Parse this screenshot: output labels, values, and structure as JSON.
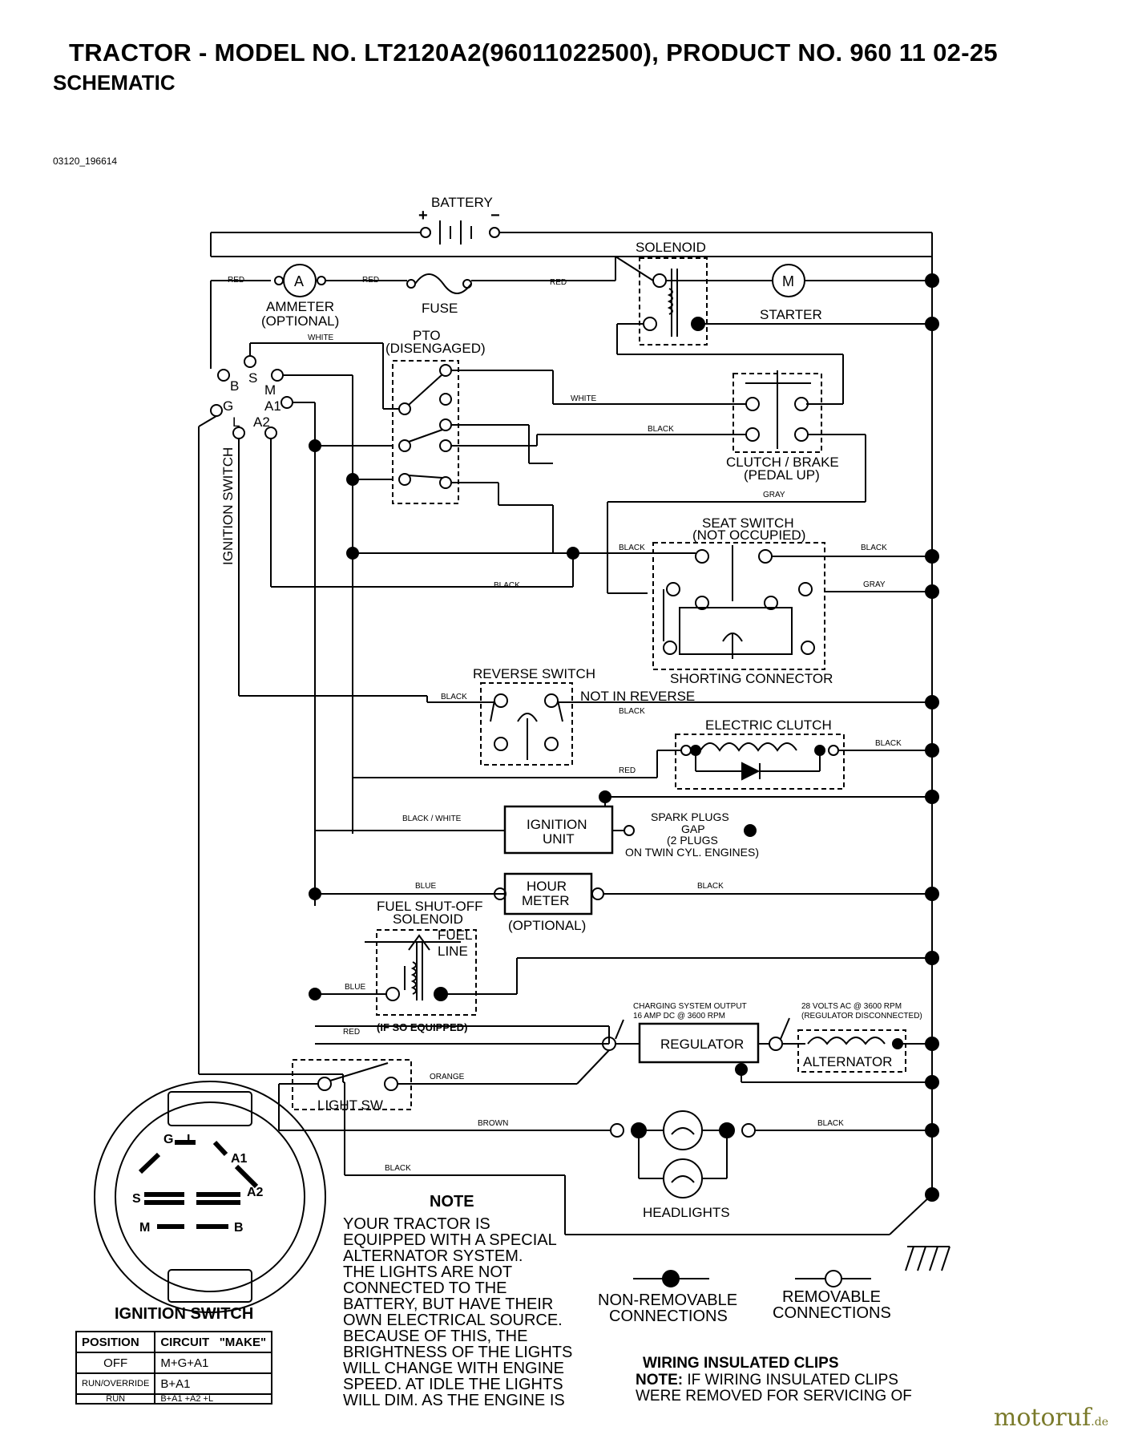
{
  "header": {
    "title": "TRACTOR - MODEL NO. LT2120A2(96011022500),  PRODUCT NO. 960 11 02-25",
    "subtitle": "SCHEMATIC",
    "doc_id": "03120_196614"
  },
  "components": {
    "battery": "BATTERY",
    "solenoid": "SOLENOID",
    "ammeter": "AMMETER",
    "ammeter_opt": "(OPTIONAL)",
    "ammeter_symbol": "A",
    "fuse": "FUSE",
    "starter": "STARTER",
    "starter_symbol": "M",
    "pto": "PTO",
    "pto_state": "(DISENGAGED)",
    "clutch_brake": "CLUTCH / BRAKE",
    "clutch_brake_state": "(PEDAL UP)",
    "seat_switch": "SEAT SWITCH",
    "seat_switch_state": "(NOT OCCUPIED)",
    "shorting_connector": "SHORTING CONNECTOR",
    "reverse_switch": "REVERSE SWITCH",
    "not_in_reverse": "NOT IN REVERSE",
    "electric_clutch": "ELECTRIC CLUTCH",
    "ignition_unit_1": "IGNITION",
    "ignition_unit_2": "UNIT",
    "spark_plugs_1": "SPARK PLUGS",
    "spark_plugs_2": "GAP",
    "spark_plugs_3": "(2 PLUGS",
    "spark_plugs_4": "ON TWIN CYL. ENGINES)",
    "hour_meter_1": "HOUR",
    "hour_meter_2": "METER",
    "hour_meter_opt": "(OPTIONAL)",
    "fuel_solenoid_1": "FUEL SHUT-OFF",
    "fuel_solenoid_2": "SOLENOID",
    "fuel_line_1": "FUEL",
    "fuel_line_2": "LINE",
    "if_equipped": "(IF SO EQUIPPED)",
    "charging_1": "CHARGING SYSTEM OUTPUT",
    "charging_2": "16 AMP DC @ 3600 RPM",
    "alt_volts_1": "28 VOLTS AC @ 3600 RPM",
    "alt_volts_2": "(REGULATOR DISCONNECTED)",
    "regulator": "REGULATOR",
    "alternator": "ALTERNATOR",
    "light_sw": "LIGHT SW",
    "headlights": "HEADLIGHTS",
    "ignition_switch_vertical": "IGNITION SWITCH"
  },
  "ignition_terminals": [
    "B",
    "S",
    "M",
    "A1",
    "G",
    "L",
    "A2"
  ],
  "wires": {
    "red": "RED",
    "white": "WHITE",
    "black": "BLACK",
    "gray": "GRAY",
    "blue": "BLUE",
    "orange": "ORANGE",
    "brown": "BROWN",
    "black_white": "BLACK / WHITE"
  },
  "note": {
    "title": "NOTE",
    "lines": [
      "YOUR TRACTOR IS",
      "EQUIPPED WITH A SPECIAL",
      "ALTERNATOR SYSTEM.",
      "THE LIGHTS ARE NOT",
      "CONNECTED TO THE",
      "BATTERY, BUT HAVE THEIR",
      "OWN ELECTRICAL SOURCE.",
      "BECAUSE OF THIS, THE",
      "BRIGHTNESS OF THE LIGHTS",
      "WILL CHANGE WITH ENGINE",
      "SPEED.  AT IDLE THE LIGHTS",
      "WILL DIM.  AS THE ENGINE IS"
    ]
  },
  "legend": {
    "non_removable_1": "NON-REMOVABLE",
    "non_removable_2": "CONNECTIONS",
    "removable_1": "REMOVABLE",
    "removable_2": "CONNECTIONS"
  },
  "clips": {
    "title": "WIRING INSULATED CLIPS",
    "note_label": "NOTE:",
    "line1": " IF WIRING INSULATED CLIPS",
    "line2": "WERE REMOVED FOR SERVICING OF"
  },
  "ignition_switch_detail": {
    "title": "IGNITION SWITCH",
    "terminals": [
      "G",
      "L",
      "A1",
      "S",
      "A2",
      "M",
      "B"
    ],
    "table": {
      "headers": [
        "POSITION",
        "CIRCUIT",
        "\"MAKE\""
      ],
      "rows": [
        [
          "OFF",
          "M+G+A1"
        ],
        [
          "RUN/OVERRIDE",
          "B+A1"
        ],
        [
          "RUN",
          "B+A1 +A2 +L"
        ]
      ]
    }
  },
  "watermark": {
    "name": "motoruf",
    "tld": ".de"
  }
}
